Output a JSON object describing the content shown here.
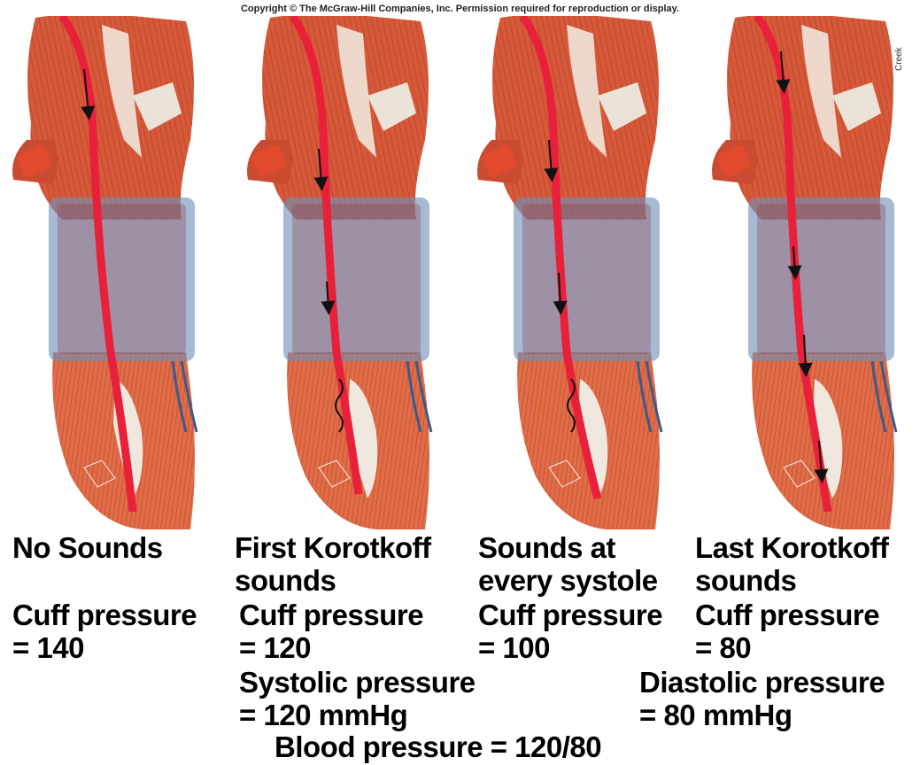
{
  "copyright": "Copyright © The McGraw-Hill Companies, Inc. Permission required for reproduction or display.",
  "credit": "Creek",
  "colors": {
    "muscle": "#d9593a",
    "muscle_dark": "#a8311c",
    "artery": "#e8203a",
    "cuff": "#6f8fb8",
    "tendon": "#efe6dc"
  },
  "panels": [
    {
      "title_line1": "No Sounds",
      "title_line2": "",
      "cuff_line1": "Cuff pressure",
      "cuff_line2": "= 140"
    },
    {
      "title_line1": "First Korotkoff",
      "title_line2": "sounds",
      "cuff_line1": "Cuff pressure",
      "cuff_line2": "= 120"
    },
    {
      "title_line1": "Sounds at",
      "title_line2": "every systole",
      "cuff_line1": "Cuff pressure",
      "cuff_line2": "= 100"
    },
    {
      "title_line1": "Last Korotkoff",
      "title_line2": "sounds",
      "cuff_line1": "Cuff pressure",
      "cuff_line2": "= 80"
    }
  ],
  "systolic": {
    "line1": "Systolic pressure",
    "line2": "= 120 mmHg"
  },
  "diastolic": {
    "line1": "Diastolic pressure",
    "line2": "= 80 mmHg"
  },
  "blood_pressure": "Blood pressure = 120/80"
}
